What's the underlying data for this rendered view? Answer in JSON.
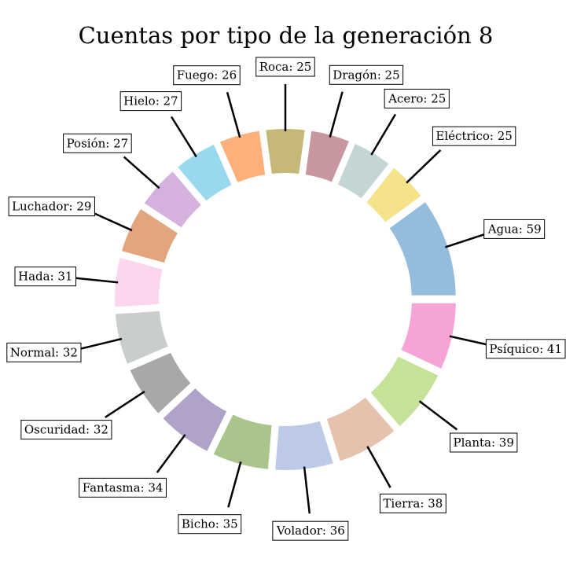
{
  "chart_data": {
    "type": "pie",
    "variant": "donut",
    "title": "Cuentas por tipo de la generación 8",
    "slices": [
      {
        "label": "Agua",
        "value": 59,
        "color": "#94bddd",
        "text": "Agua: 59"
      },
      {
        "label": "Eléctrico",
        "value": 25,
        "color": "#f4e38a",
        "text": "Eléctrico: 25"
      },
      {
        "label": "Acero",
        "value": 25,
        "color": "#c3d5d5",
        "text": "Acero: 25"
      },
      {
        "label": "Dragón",
        "value": 25,
        "color": "#c8969e",
        "text": "Dragón: 25"
      },
      {
        "label": "Roca",
        "value": 25,
        "color": "#c6b978",
        "text": "Roca: 25"
      },
      {
        "label": "Fuego",
        "value": 26,
        "color": "#fdb07a",
        "text": "Fuego: 26"
      },
      {
        "label": "Hielo",
        "value": 27,
        "color": "#98d9ef",
        "text": "Hielo: 27"
      },
      {
        "label": "Posión",
        "value": 27,
        "color": "#d5b2de",
        "text": "Posión: 27"
      },
      {
        "label": "Luchador",
        "value": 29,
        "color": "#e2a57d",
        "text": "Luchador: 29"
      },
      {
        "label": "Hada",
        "value": 31,
        "color": "#fcd5ee",
        "text": "Hada: 31"
      },
      {
        "label": "Normal",
        "value": 32,
        "color": "#c9cdcd",
        "text": "Normal: 32"
      },
      {
        "label": "Oscuridad",
        "value": 32,
        "color": "#a8a8a8",
        "text": "Oscuridad: 32"
      },
      {
        "label": "Fantasma",
        "value": 34,
        "color": "#b1a2ca",
        "text": "Fantasma: 34"
      },
      {
        "label": "Bicho",
        "value": 35,
        "color": "#a9c58c",
        "text": "Bicho: 35"
      },
      {
        "label": "Volador",
        "value": 36,
        "color": "#bccae8",
        "text": "Volador: 36"
      },
      {
        "label": "Tierra",
        "value": 38,
        "color": "#e5c1ae",
        "text": "Tierra: 38"
      },
      {
        "label": "Planta",
        "value": 39,
        "color": "#c4e298",
        "text": "Planta: 39"
      },
      {
        "label": "Psíquico",
        "value": 41,
        "color": "#f5a4d5",
        "text": "Psíquico: 41"
      }
    ],
    "direction": "counterclockwise",
    "start": "right (3 o'clock)",
    "legend": "none"
  }
}
